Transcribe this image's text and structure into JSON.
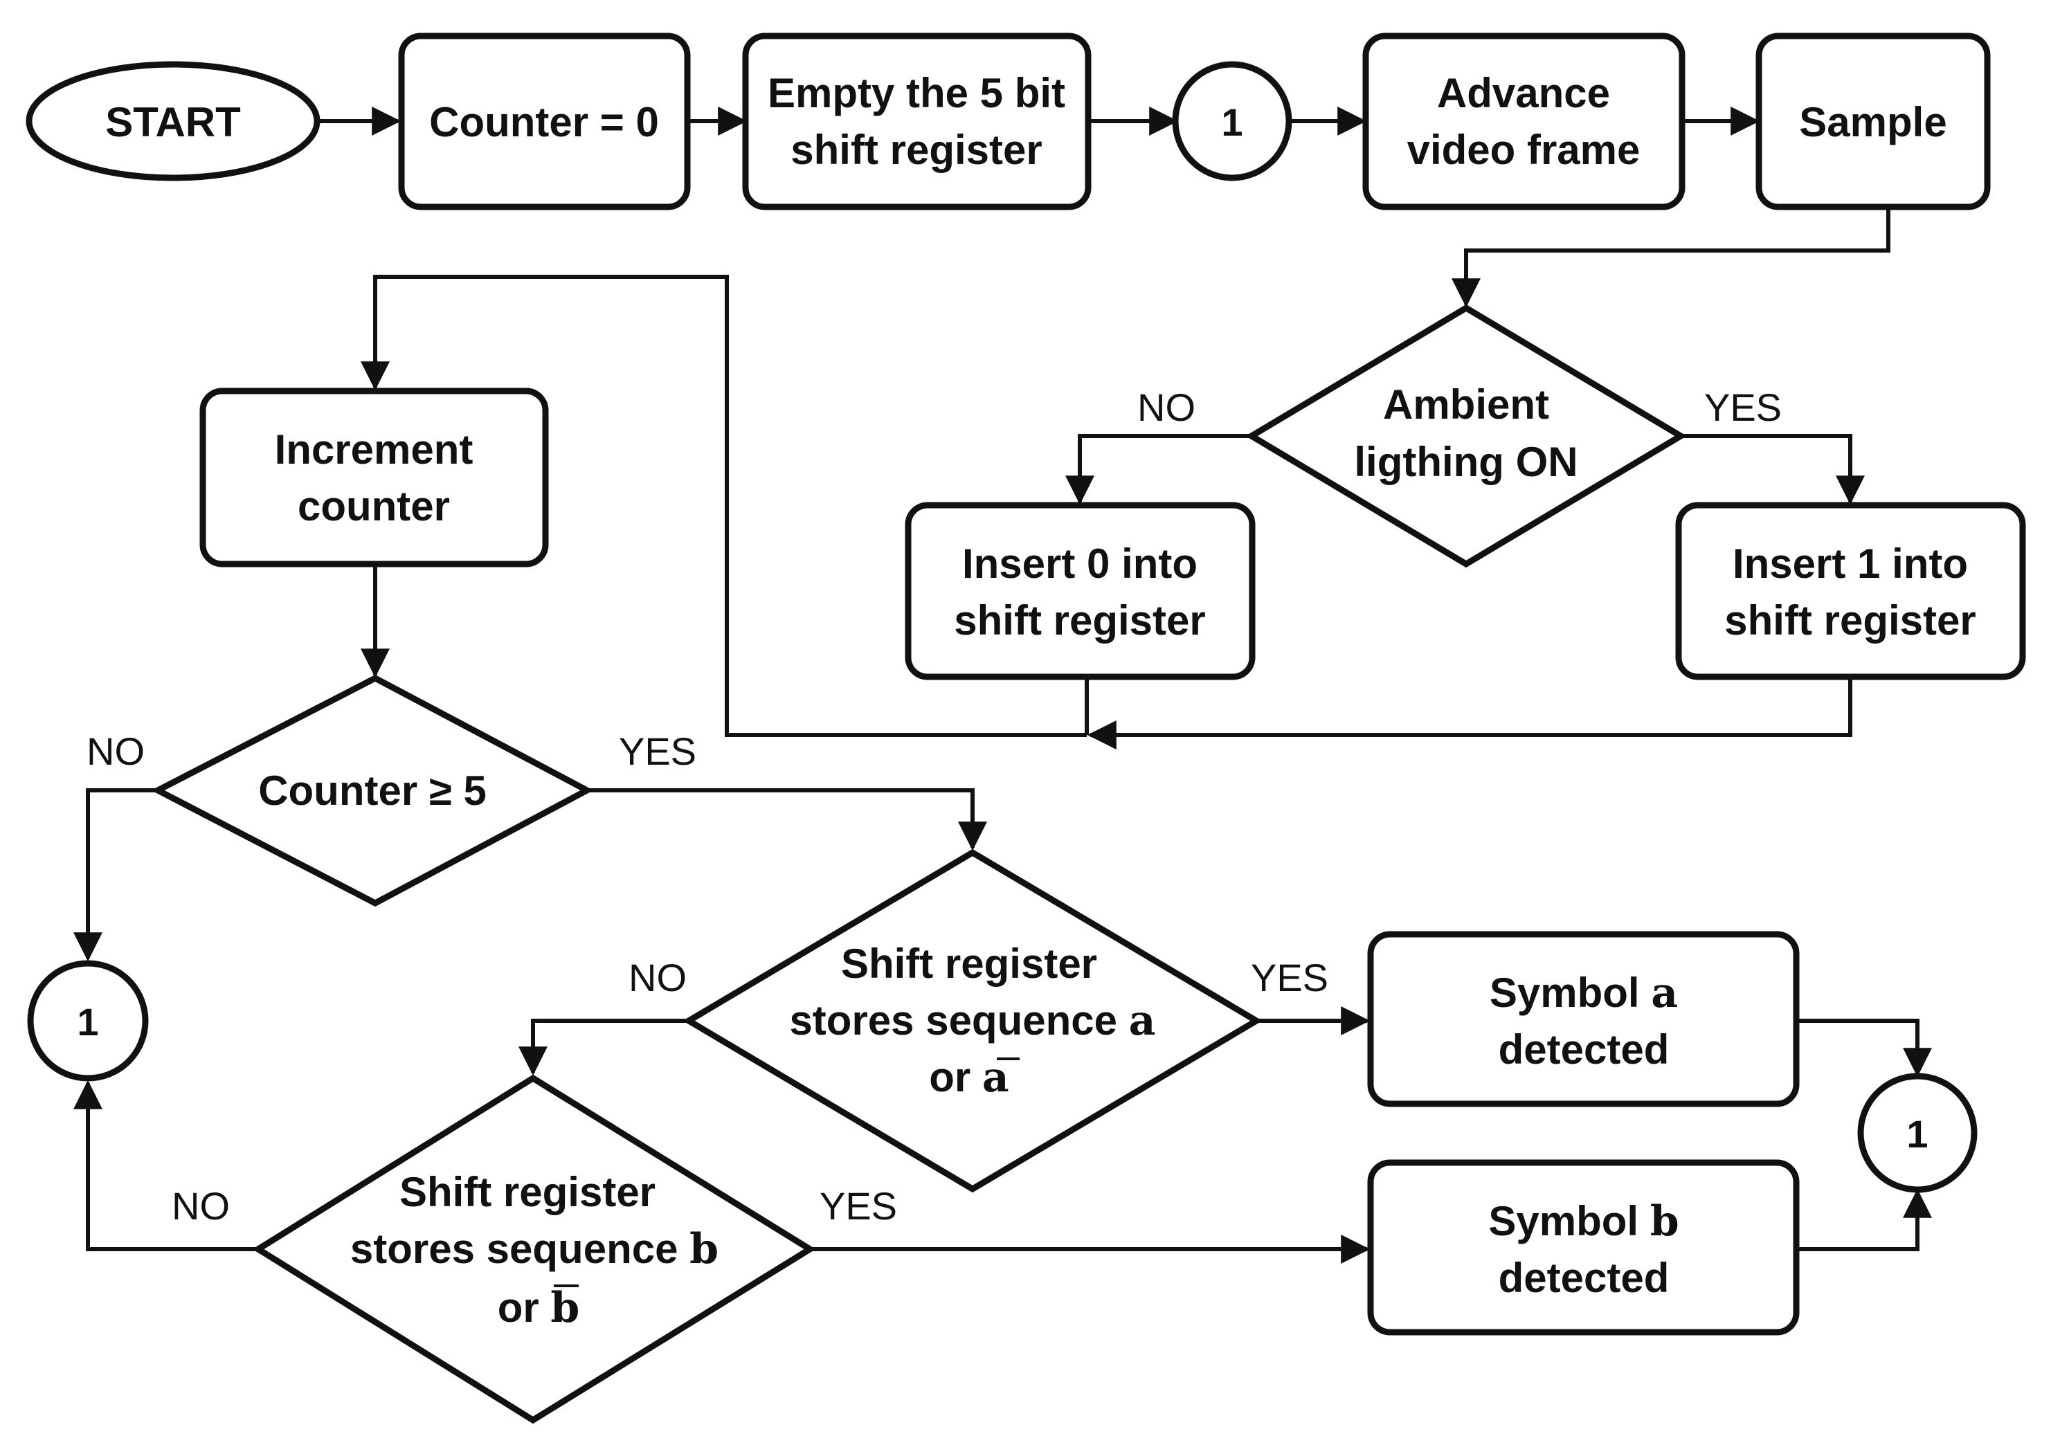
{
  "nodes": {
    "start": {
      "text": "START"
    },
    "counter_zero": {
      "text": "Counter = 0"
    },
    "empty_register": {
      "line1": "Empty the 5 bit",
      "line2": "shift register"
    },
    "connector_top": {
      "text": "1"
    },
    "advance_frame": {
      "line1": "Advance",
      "line2": "video frame"
    },
    "sample": {
      "text": "Sample"
    },
    "ambient_decision": {
      "line1": "Ambient",
      "line2": "ligthing ON"
    },
    "insert_zero": {
      "line1": "Insert 0 into",
      "line2": "shift register"
    },
    "insert_one": {
      "line1": "Insert 1 into",
      "line2": "shift register"
    },
    "increment_counter": {
      "line1": "Increment",
      "line2": "counter"
    },
    "counter_decision": {
      "text_prefix": "Counter ≥ ",
      "text_value": "5"
    },
    "seq_a_decision": {
      "line1": "Shift register",
      "line2_prefix": "stores sequence ",
      "symbol": "a",
      "line3_prefix": "or ",
      "symbol_bar": "a"
    },
    "seq_b_decision": {
      "line1": "Shift register",
      "line2_prefix": "stores sequence ",
      "symbol": "b",
      "line3_prefix": "or ",
      "symbol_bar": "b"
    },
    "symbol_a": {
      "line1_prefix": "Symbol ",
      "symbol": "a",
      "line2": "detected"
    },
    "symbol_b": {
      "line1_prefix": "Symbol ",
      "symbol": "b",
      "line2": "detected"
    },
    "connector_left": {
      "text": "1"
    },
    "connector_right": {
      "text": "1"
    }
  },
  "edge_labels": {
    "ambient_no": "NO",
    "ambient_yes": "YES",
    "counter_no": "NO",
    "counter_yes": "YES",
    "seq_a_no": "NO",
    "seq_a_yes": "YES",
    "seq_b_no": "NO",
    "seq_b_yes": "YES"
  }
}
